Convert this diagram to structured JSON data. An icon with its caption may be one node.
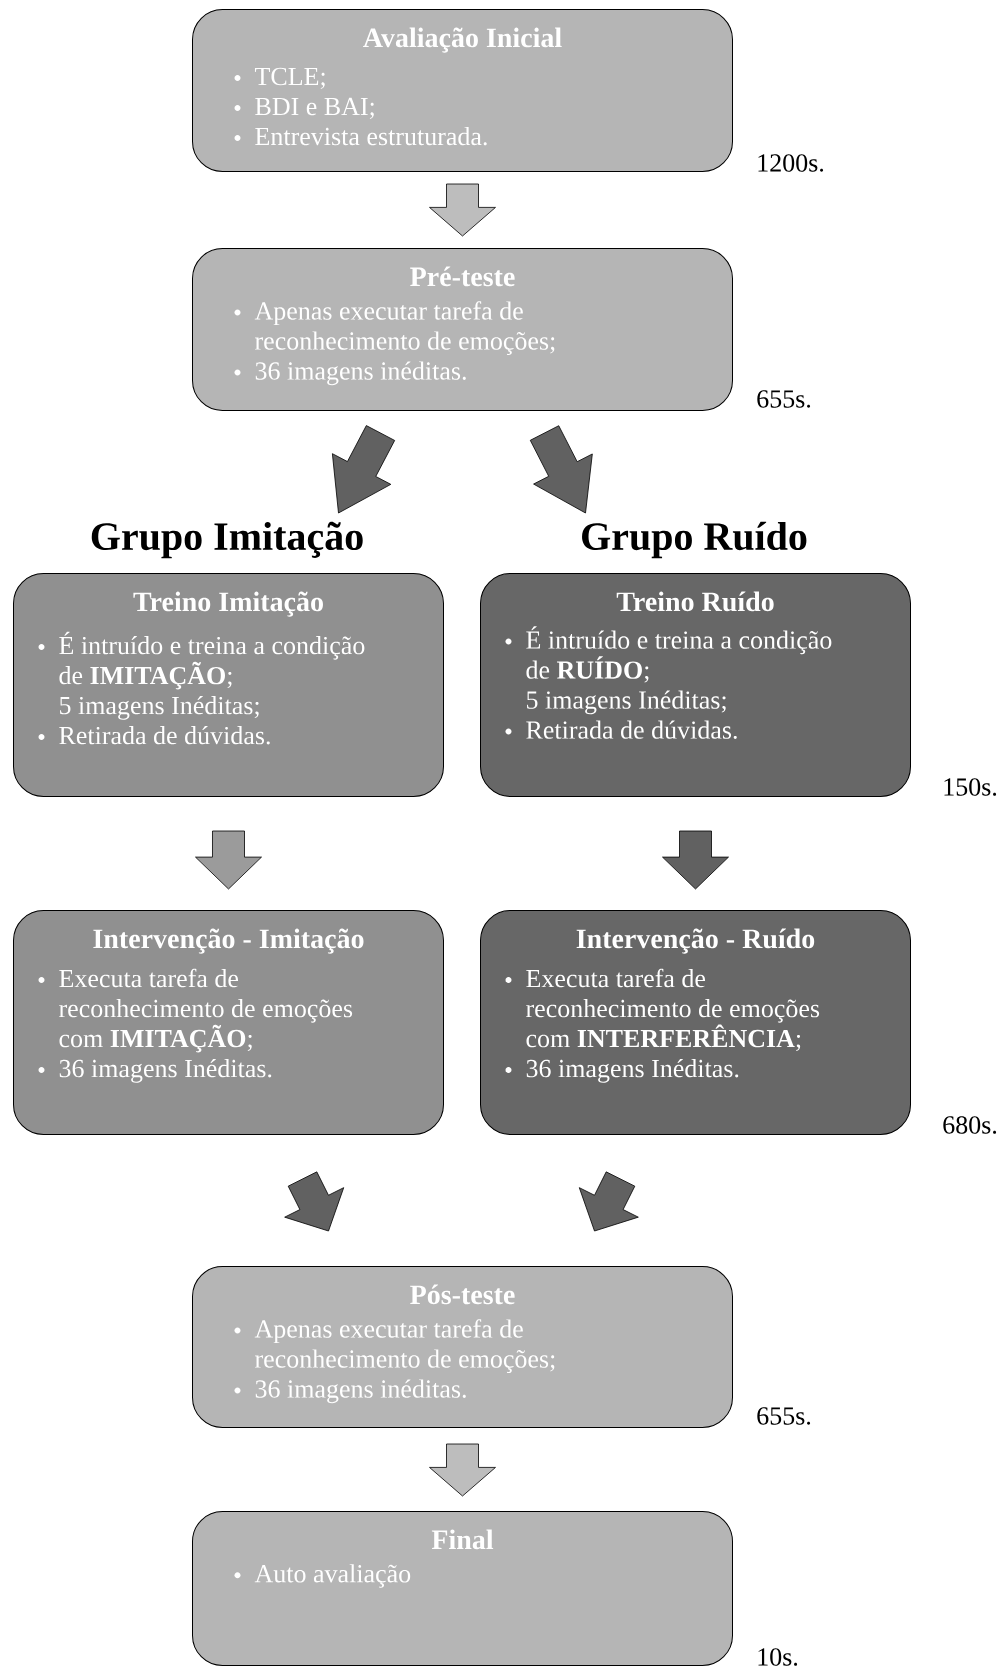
{
  "diagram": {
    "nodes": [
      {
        "text": [
          "Avaliação Inicial",
          "TCLE;",
          "BDI e BAI;",
          "Entrevista estruturada."
        ],
        "beside": [
          "1200s."
        ]
      },
      {
        "text": [
          "Pré-teste",
          "Apenas executar tarefa de reconhecimento de emoções;",
          "36 imagens inéditas."
        ],
        "beside": [
          "655s."
        ]
      },
      {
        "text": [
          "Treino Imitação",
          "É intruído e treina a condição de **IMITAÇÃO**;",
          "5 imagens Inéditas;",
          "Retirada de dúvidas."
        ]
      },
      {
        "text": [
          "Treino Ruído",
          "É intruído e treina a condição de **RUÍDO**;",
          "5 imagens Inéditas;",
          "Retirada de dúvidas."
        ],
        "beside": [
          "150s."
        ]
      },
      {
        "text": [
          "Intervenção - Imitação",
          "Executa tarefa de reconhecimento de emoções com **IMITAÇÃO**;",
          "36 imagens Inéditas."
        ]
      },
      {
        "text": [
          "Intervenção - Ruído",
          "Executa tarefa de reconhecimento de emoções com **INTERFERÊNCIA**;",
          "36 imagens Inéditas."
        ],
        "beside": [
          "680s."
        ]
      },
      {
        "text": [
          "Pós-teste",
          "Apenas executar tarefa de reconhecimento de emoções;",
          "36 imagens inéditas."
        ],
        "beside": [
          "655s."
        ]
      },
      {
        "text": [
          "Final",
          "Auto avaliação"
        ],
        "beside": [
          "10s."
        ]
      }
    ],
    "edges": [
      {
        "from": 0,
        "to": 1,
        "arrow": "to",
        "color": "#bdbdbd"
      },
      {
        "from": 1,
        "to": 2,
        "arrow": "to"
      },
      {
        "from": 1,
        "to": 3,
        "arrow": "to"
      },
      {
        "from": 2,
        "to": 4,
        "arrow": "to",
        "color": "#9b9b9b"
      },
      {
        "from": 3,
        "to": 5,
        "arrow": "to"
      },
      {
        "from": 4,
        "to": 6,
        "arrow": "to"
      },
      {
        "from": 5,
        "to": 6,
        "arrow": "to"
      },
      {
        "from": 6,
        "to": 7,
        "arrow": "to",
        "color": "#bdbdbd"
      }
    ],
    "labels": [
      "Grupo Imitação",
      "Grupo Ruído"
    ]
  }
}
